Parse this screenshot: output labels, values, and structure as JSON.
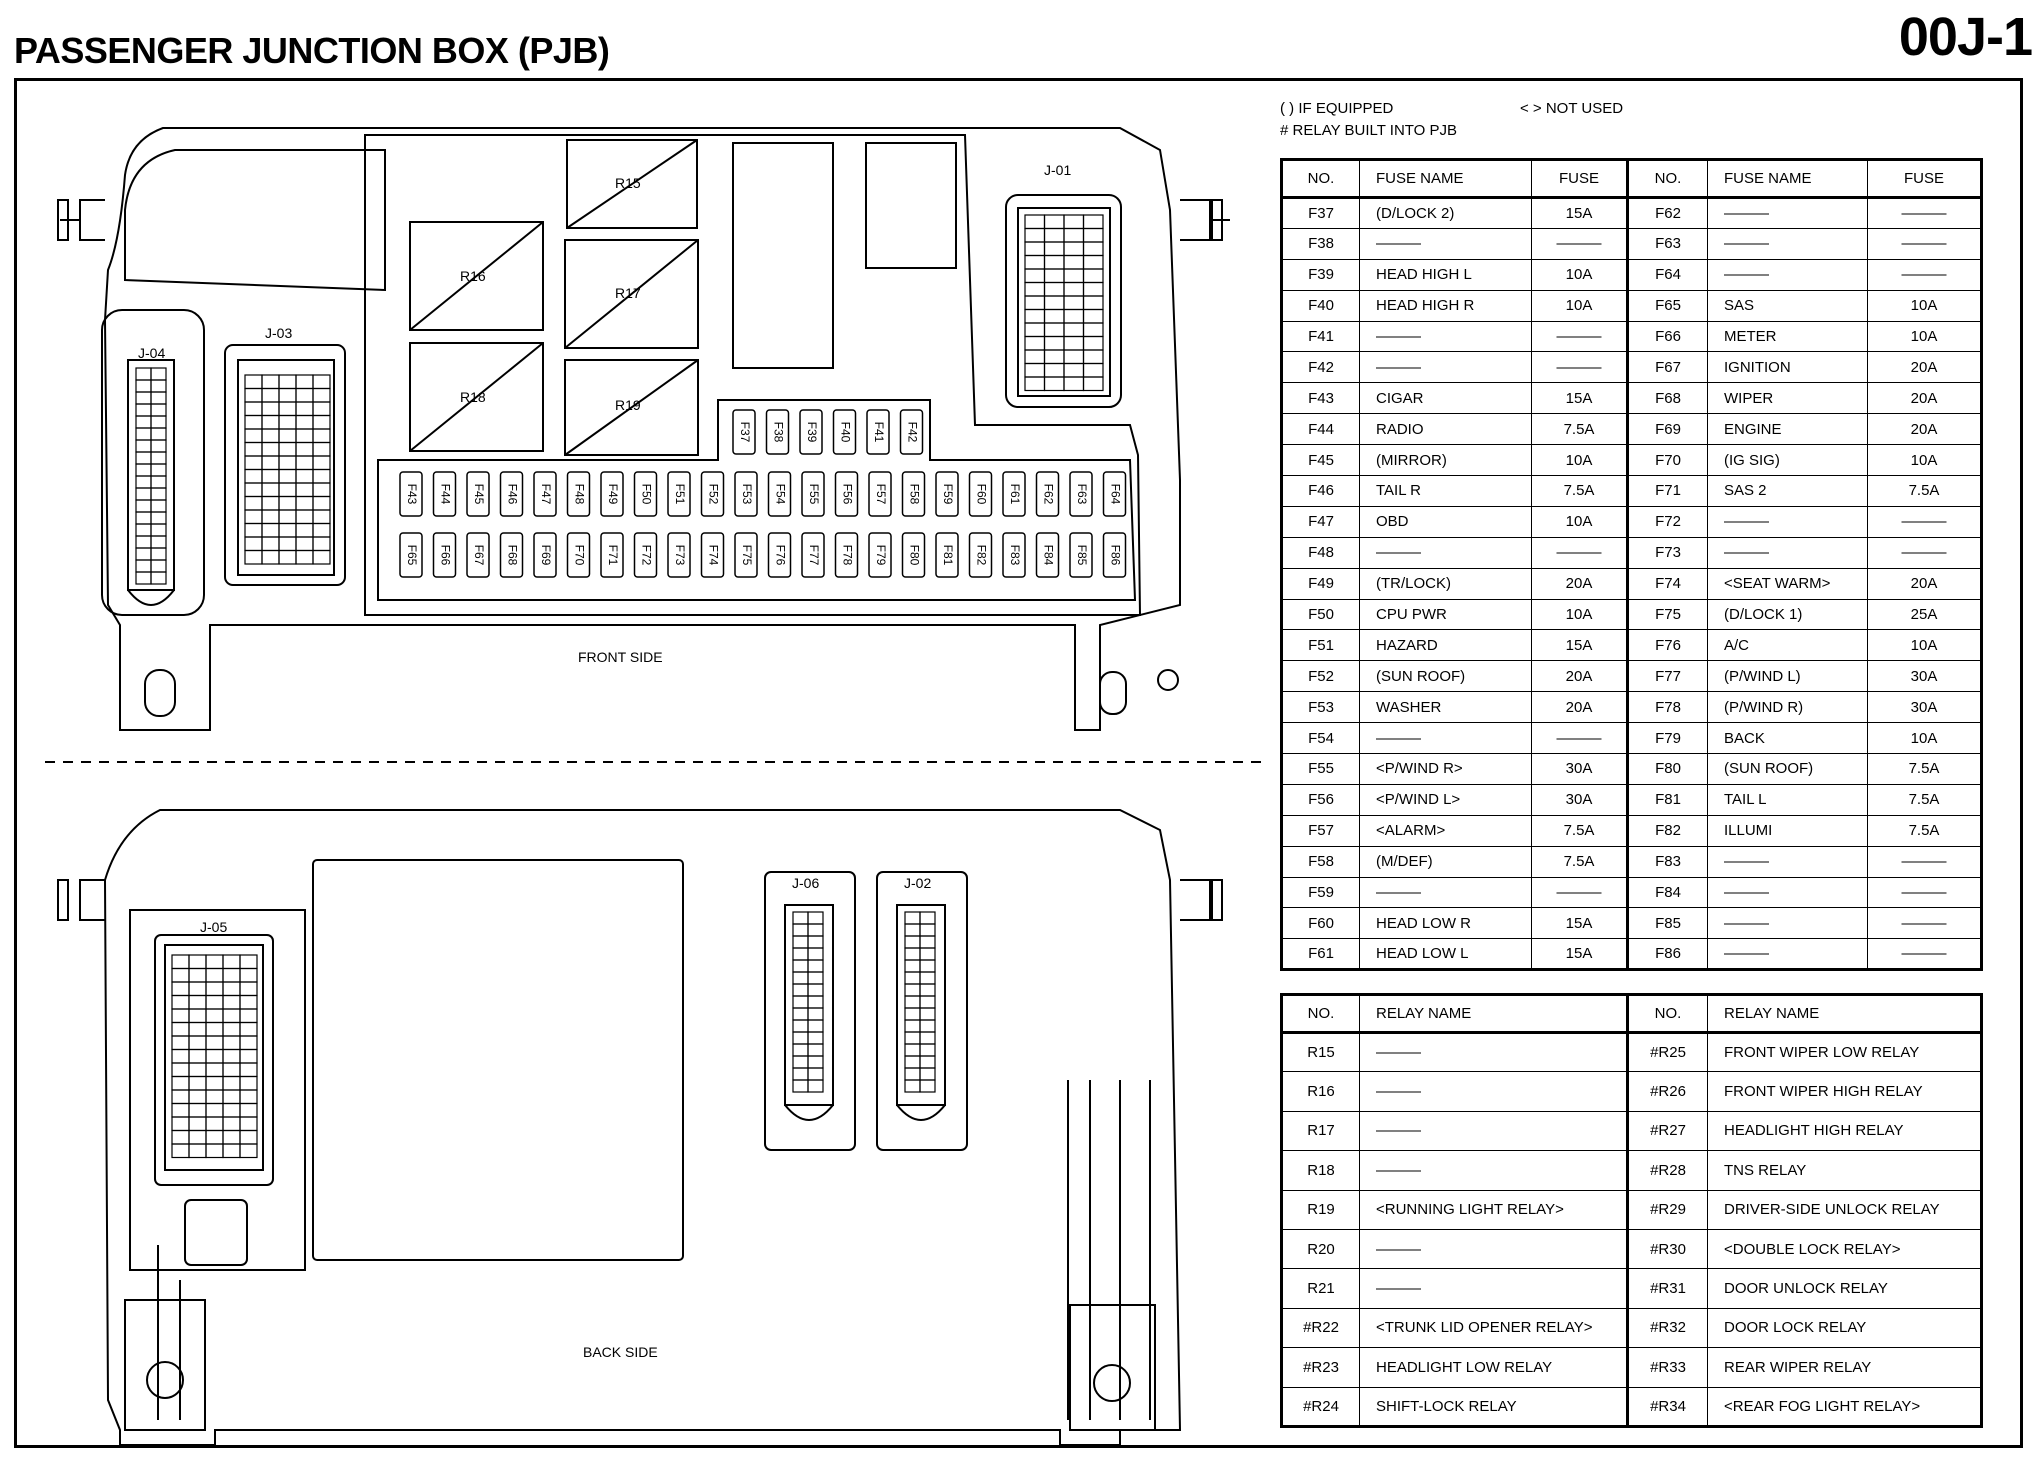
{
  "title": "PASSENGER JUNCTION BOX (PJB)",
  "page_code": "00J-1",
  "legend": {
    "if_equipped": "( ) IF EQUIPPED",
    "not_used": "< > NOT USED",
    "relay_built_in": "# RELAY BUILT INTO PJB"
  },
  "diagram": {
    "front_label": "FRONT SIDE",
    "back_label": "BACK SIDE",
    "relays": [
      "R15",
      "R16",
      "R17",
      "R18",
      "R19"
    ],
    "connectors": [
      "J-01",
      "J-02",
      "J-03",
      "J-04",
      "J-05",
      "J-06"
    ],
    "fuse_row_top": [
      "F37",
      "F38",
      "F39",
      "F40",
      "F41",
      "F42"
    ],
    "fuse_row_mid": [
      "F43",
      "F44",
      "F45",
      "F46",
      "F47",
      "F48",
      "F49",
      "F50",
      "F51",
      "F52",
      "F53",
      "F54",
      "F55",
      "F56",
      "F57",
      "F58",
      "F59",
      "F60",
      "F61",
      "F62",
      "F63",
      "F64"
    ],
    "fuse_row_bot": [
      "F65",
      "F66",
      "F67",
      "F68",
      "F69",
      "F70",
      "F71",
      "F72",
      "F73",
      "F74",
      "F75",
      "F76",
      "F77",
      "F78",
      "F79",
      "F80",
      "F81",
      "F82",
      "F83",
      "F84",
      "F85",
      "F86"
    ]
  },
  "fuse_table": {
    "headers": [
      "NO.",
      "FUSE NAME",
      "FUSE",
      "NO.",
      "FUSE NAME",
      "FUSE"
    ],
    "rows": [
      [
        "F37",
        "(D/LOCK 2)",
        "15A",
        "F62",
        "———",
        "———"
      ],
      [
        "F38",
        "———",
        "———",
        "F63",
        "———",
        "———"
      ],
      [
        "F39",
        "HEAD HIGH L",
        "10A",
        "F64",
        "———",
        "———"
      ],
      [
        "F40",
        "HEAD HIGH R",
        "10A",
        "F65",
        "SAS",
        "10A"
      ],
      [
        "F41",
        "———",
        "———",
        "F66",
        "METER",
        "10A"
      ],
      [
        "F42",
        "———",
        "———",
        "F67",
        "IGNITION",
        "20A"
      ],
      [
        "F43",
        "CIGAR",
        "15A",
        "F68",
        "WIPER",
        "20A"
      ],
      [
        "F44",
        "RADIO",
        "7.5A",
        "F69",
        "ENGINE",
        "20A"
      ],
      [
        "F45",
        "(MIRROR)",
        "10A",
        "F70",
        "(IG SIG)",
        "10A"
      ],
      [
        "F46",
        "TAIL R",
        "7.5A",
        "F71",
        "SAS 2",
        "7.5A"
      ],
      [
        "F47",
        "OBD",
        "10A",
        "F72",
        "———",
        "———"
      ],
      [
        "F48",
        "———",
        "———",
        "F73",
        "———",
        "———"
      ],
      [
        "F49",
        "(TR/LOCK)",
        "20A",
        "F74",
        "<SEAT WARM>",
        "20A"
      ],
      [
        "F50",
        "CPU PWR",
        "10A",
        "F75",
        "(D/LOCK 1)",
        "25A"
      ],
      [
        "F51",
        "HAZARD",
        "15A",
        "F76",
        "A/C",
        "10A"
      ],
      [
        "F52",
        "(SUN ROOF)",
        "20A",
        "F77",
        "(P/WIND L)",
        "30A"
      ],
      [
        "F53",
        "WASHER",
        "20A",
        "F78",
        "(P/WIND R)",
        "30A"
      ],
      [
        "F54",
        "———",
        "———",
        "F79",
        "BACK",
        "10A"
      ],
      [
        "F55",
        "<P/WIND R>",
        "30A",
        "F80",
        "(SUN ROOF)",
        "7.5A"
      ],
      [
        "F56",
        "<P/WIND L>",
        "30A",
        "F81",
        "TAIL L",
        "7.5A"
      ],
      [
        "F57",
        "<ALARM>",
        "7.5A",
        "F82",
        "ILLUMI",
        "7.5A"
      ],
      [
        "F58",
        "(M/DEF)",
        "7.5A",
        "F83",
        "———",
        "———"
      ],
      [
        "F59",
        "———",
        "———",
        "F84",
        "———",
        "———"
      ],
      [
        "F60",
        "HEAD LOW R",
        "15A",
        "F85",
        "———",
        "———"
      ],
      [
        "F61",
        "HEAD LOW L",
        "15A",
        "F86",
        "———",
        "———"
      ]
    ]
  },
  "relay_table": {
    "headers": [
      "NO.",
      "RELAY NAME",
      "NO.",
      "RELAY NAME"
    ],
    "rows": [
      [
        "R15",
        "———",
        "#R25",
        "FRONT WIPER LOW RELAY"
      ],
      [
        "R16",
        "———",
        "#R26",
        "FRONT WIPER HIGH RELAY"
      ],
      [
        "R17",
        "———",
        "#R27",
        "HEADLIGHT HIGH RELAY"
      ],
      [
        "R18",
        "———",
        "#R28",
        "TNS RELAY"
      ],
      [
        "R19",
        "<RUNNING LIGHT RELAY>",
        "#R29",
        "DRIVER-SIDE UNLOCK RELAY"
      ],
      [
        "R20",
        "———",
        "#R30",
        "<DOUBLE LOCK RELAY>"
      ],
      [
        "R21",
        "———",
        "#R31",
        "DOOR UNLOCK RELAY"
      ],
      [
        "#R22",
        "<TRUNK LID OPENER RELAY>",
        "#R32",
        "DOOR LOCK RELAY"
      ],
      [
        "#R23",
        "HEADLIGHT LOW RELAY",
        "#R33",
        "REAR WIPER RELAY"
      ],
      [
        "#R24",
        "SHIFT-LOCK RELAY",
        "#R34",
        "<REAR FOG LIGHT RELAY>"
      ]
    ]
  }
}
